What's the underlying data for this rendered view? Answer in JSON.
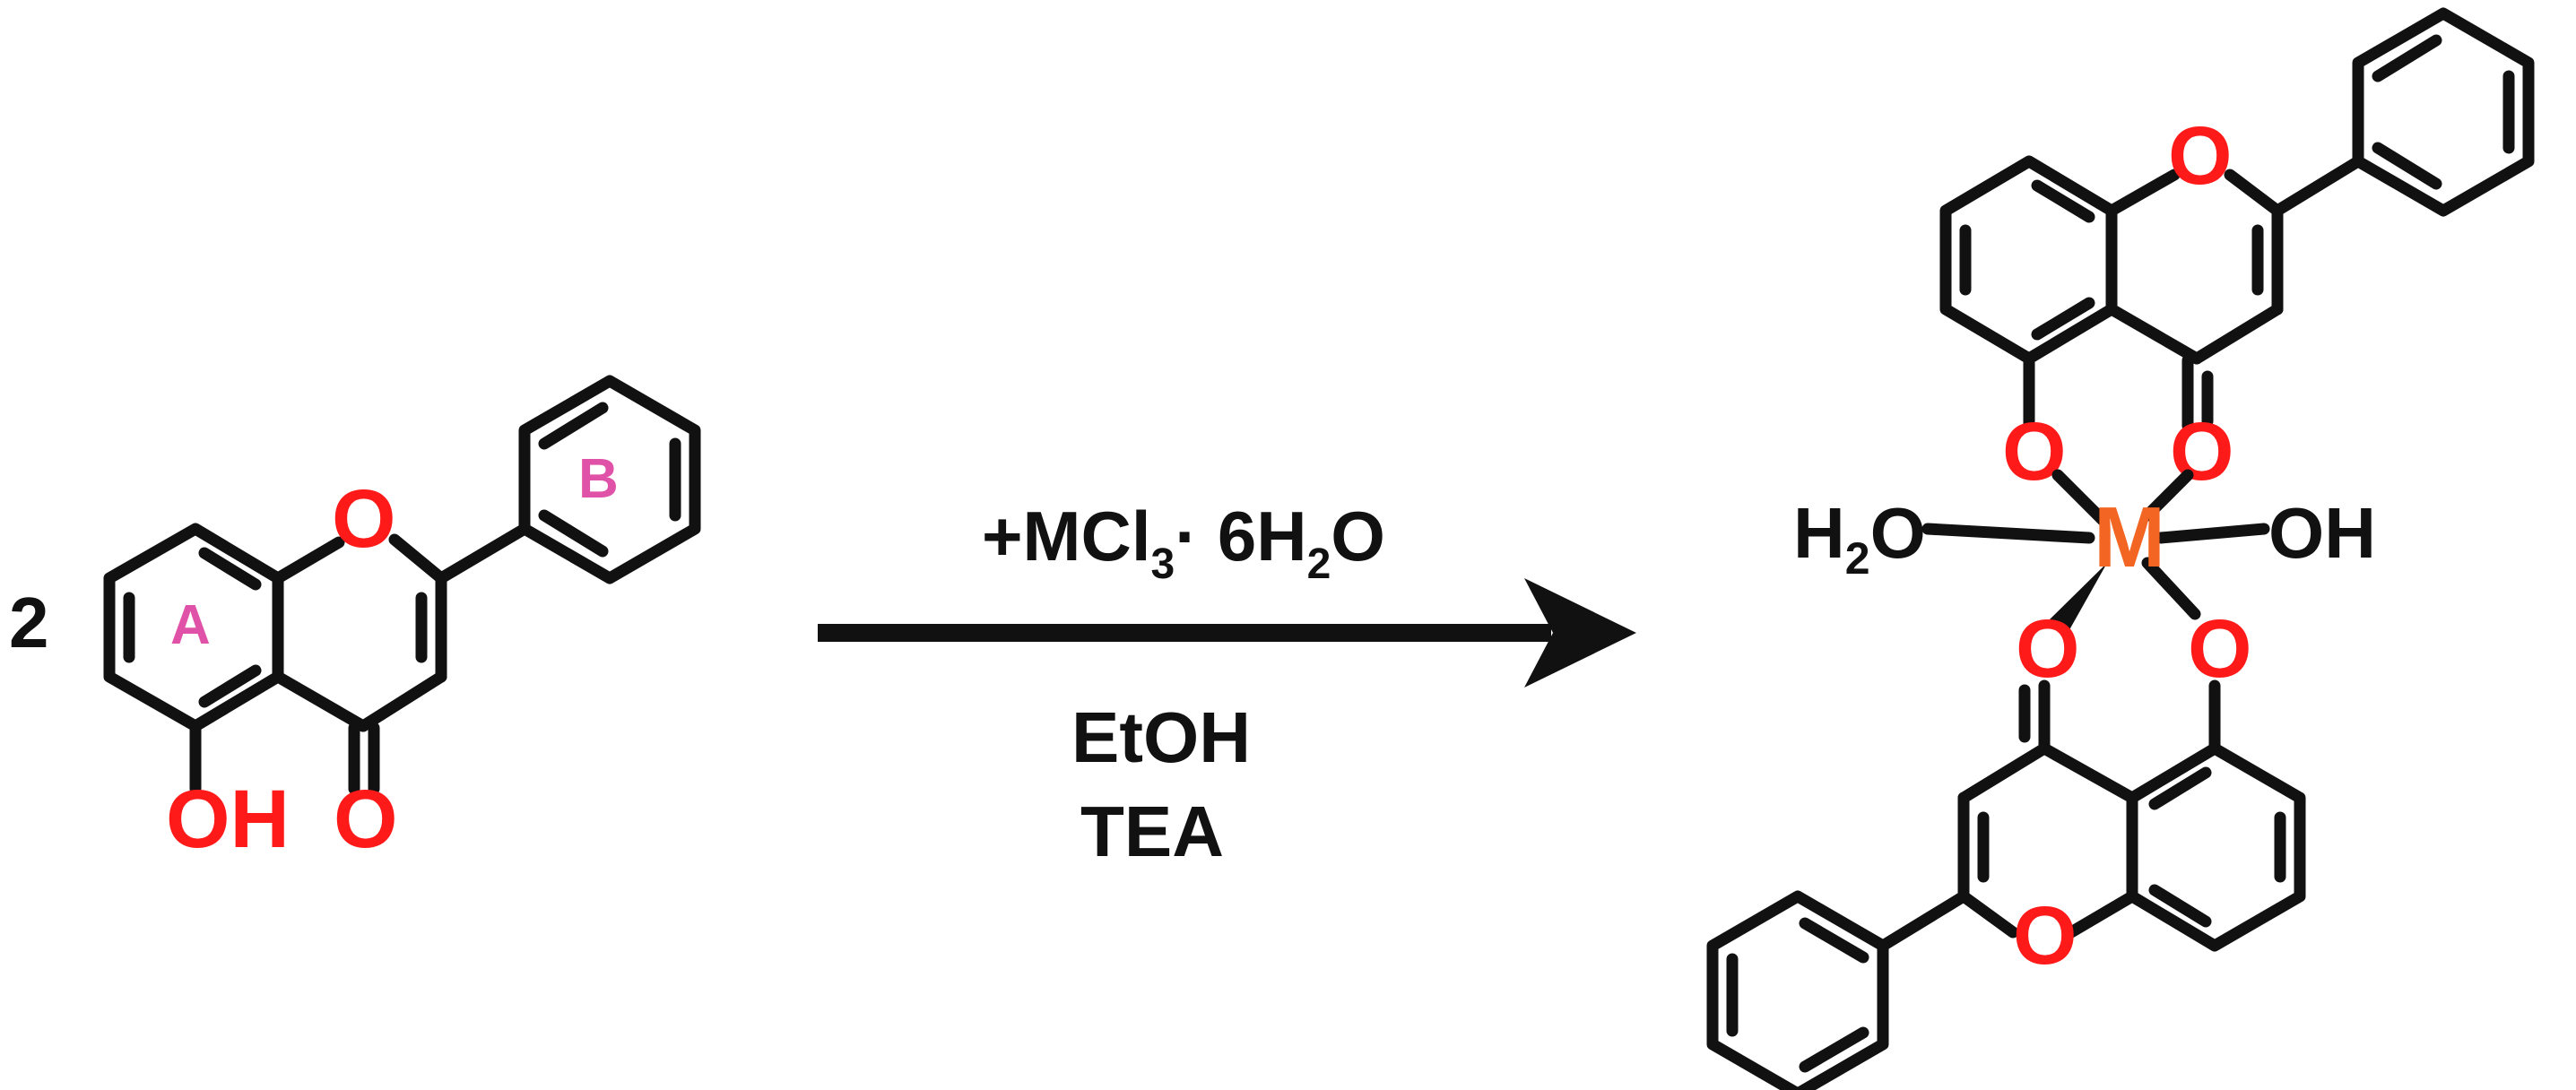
{
  "scheme": {
    "stoichiometry": "2",
    "reactant": {
      "ring_a_label": "A",
      "ring_b_label": "B",
      "ring_oxygen": "O",
      "hydroxyl": "OH",
      "carbonyl_oxygen": "O"
    },
    "reagents": {
      "plus": "+MCl",
      "chloride_subscript": "3",
      "dot_hydrate": "· 6H",
      "water_subscript": "2",
      "water_o": "O",
      "solvent": "EtOH",
      "base": "TEA"
    },
    "product": {
      "metal": "M",
      "water_ligand_h": "H",
      "water_ligand_sub": "2",
      "water_ligand_o": "O",
      "hydroxo_ligand": "OH",
      "top_ring_oxygen": "O",
      "top_phenolate_oxygen": "O",
      "top_carbonyl_oxygen": "O",
      "bottom_ring_oxygen": "O",
      "bottom_phenolate_oxygen": "O",
      "bottom_carbonyl_oxygen": "O"
    }
  },
  "colors": {
    "bond": "#111111",
    "heteroatom": "#ff1a1a",
    "metal": "#f26522",
    "ring_label": "#e052a8"
  }
}
